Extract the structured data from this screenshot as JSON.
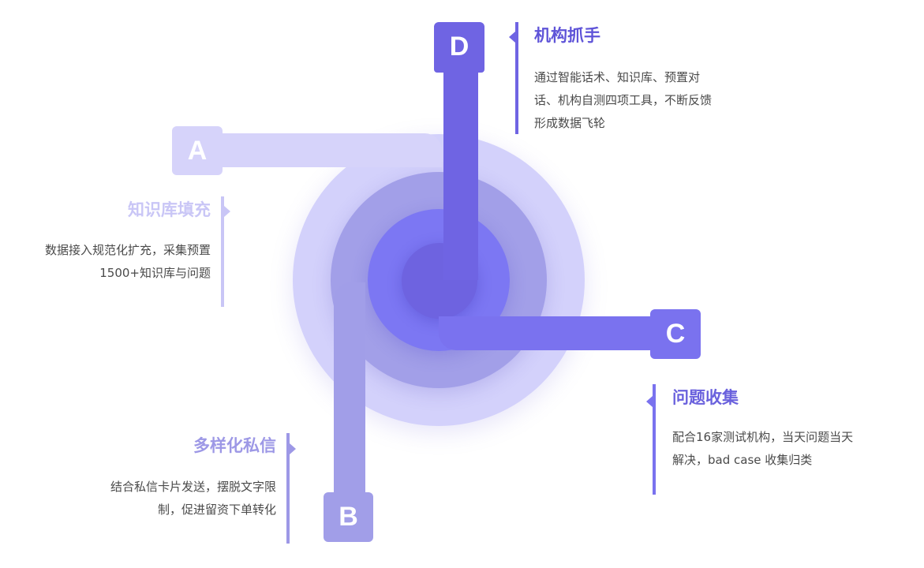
{
  "tiles": {
    "a": "A",
    "b": "B",
    "c": "C",
    "d": "D"
  },
  "sections": {
    "d": {
      "title": "机构抓手",
      "lines": [
        "通过智能话术、知识库、预置对",
        "话、机构自测四项工具，不断反馈",
        "形成数据飞轮"
      ]
    },
    "a": {
      "title": "知识库填充",
      "lines": [
        "数据接入规范化扩充，采集预置",
        "1500+知识库与问题"
      ]
    },
    "c": {
      "title": "问题收集",
      "lines": [
        "配合16家测试机构，当天问题当天",
        "解决，bad case 收集归类"
      ]
    },
    "b": {
      "title": "多样化私信",
      "lines": [
        "结合私信卡片发送，摆脱文字限",
        "制，促进留资下单转化"
      ]
    }
  },
  "colors": {
    "a": "#d6d3fa",
    "b": "#a19ee8",
    "c": "#7a72ef",
    "d": "#6f64e3",
    "title_a": "#c9c6f6",
    "title_b": "#9d98e6",
    "title_c": "#6a61dd",
    "title_d": "#5f54d8"
  }
}
